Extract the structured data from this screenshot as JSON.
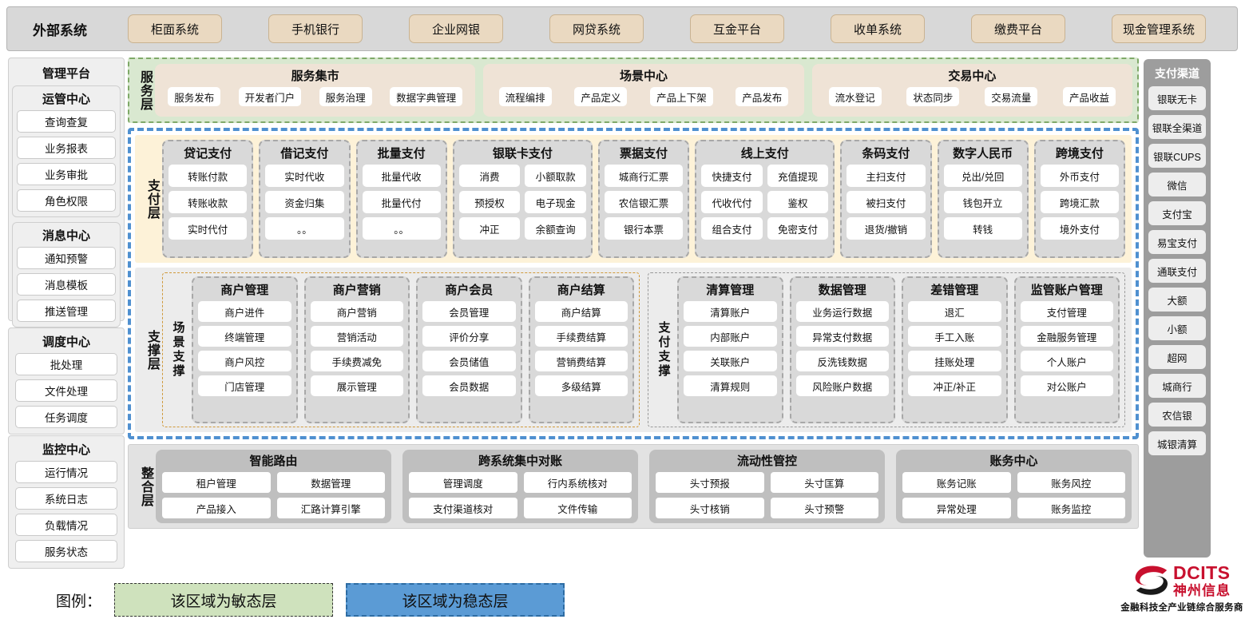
{
  "external": {
    "title": "外部系统",
    "items": [
      "柜面系统",
      "手机银行",
      "企业网银",
      "网贷系统",
      "互金平台",
      "收单系统",
      "缴费平台",
      "现金管理系统"
    ]
  },
  "management": {
    "title": "管理平台",
    "groups": [
      {
        "title": "运管中心",
        "items": [
          "查询查复",
          "业务报表",
          "业务审批",
          "角色权限"
        ]
      },
      {
        "title": "消息中心",
        "items": [
          "通知预警",
          "消息模板",
          "推送管理"
        ]
      }
    ],
    "outer_groups": [
      {
        "title": "调度中心",
        "items": [
          "批处理",
          "文件处理",
          "任务调度"
        ]
      },
      {
        "title": "监控中心",
        "items": [
          "运行情况",
          "系统日志",
          "负载情况",
          "服务状态"
        ]
      }
    ]
  },
  "service_layer": {
    "label": "服务层",
    "cards": [
      {
        "title": "服务集市",
        "chips": [
          "服务发布",
          "开发者门户",
          "服务治理",
          "数据字典管理"
        ]
      },
      {
        "title": "场景中心",
        "chips": [
          "流程编排",
          "产品定义",
          "产品上下架",
          "产品发布"
        ]
      },
      {
        "title": "交易中心",
        "chips": [
          "流水登记",
          "状态同步",
          "交易流量",
          "产品收益"
        ]
      }
    ]
  },
  "payment_layer": {
    "label": "支付层",
    "groups": [
      {
        "title": "贷记支付",
        "cols": 1,
        "items": [
          "转账付款",
          "转账收款",
          "实时代付"
        ]
      },
      {
        "title": "借记支付",
        "cols": 1,
        "items": [
          "实时代收",
          "资金归集",
          "。。"
        ]
      },
      {
        "title": "批量支付",
        "cols": 1,
        "items": [
          "批量代收",
          "批量代付",
          "。。"
        ]
      },
      {
        "title": "银联卡支付",
        "cols": 2,
        "items": [
          "消费",
          "小额取款",
          "预授权",
          "电子现金",
          "冲正",
          "余额查询"
        ]
      },
      {
        "title": "票据支付",
        "cols": 1,
        "items": [
          "城商行汇票",
          "农信银汇票",
          "银行本票"
        ]
      },
      {
        "title": "线上支付",
        "cols": 2,
        "items": [
          "快捷支付",
          "充值提现",
          "代收代付",
          "鉴权",
          "组合支付",
          "免密支付"
        ]
      },
      {
        "title": "条码支付",
        "cols": 1,
        "items": [
          "主扫支付",
          "被扫支付",
          "退货/撤销"
        ]
      },
      {
        "title": "数字人民币",
        "cols": 1,
        "items": [
          "兑出/兑回",
          "钱包开立",
          "转钱"
        ]
      },
      {
        "title": "跨境支付",
        "cols": 1,
        "items": [
          "外币支付",
          "跨境汇款",
          "境外支付"
        ]
      }
    ]
  },
  "support_layer": {
    "label": "支撑层",
    "halves": [
      {
        "sublabel": "场景支撑",
        "style": "scene",
        "groups": [
          {
            "title": "商户管理",
            "items": [
              "商户进件",
              "终端管理",
              "商户风控",
              "门店管理"
            ]
          },
          {
            "title": "商户营销",
            "items": [
              "商户营销",
              "营销活动",
              "手续费减免",
              "展示管理"
            ]
          },
          {
            "title": "商户会员",
            "items": [
              "会员管理",
              "评价分享",
              "会员储值",
              "会员数据"
            ]
          },
          {
            "title": "商户结算",
            "items": [
              "商户结算",
              "手续费结算",
              "营销费结算",
              "多级结算"
            ]
          }
        ]
      },
      {
        "sublabel": "支付支撑",
        "style": "paysup",
        "groups": [
          {
            "title": "清算管理",
            "items": [
              "清算账户",
              "内部账户",
              "关联账户",
              "清算规则"
            ]
          },
          {
            "title": "数据管理",
            "items": [
              "业务运行数据",
              "异常支付数据",
              "反洗钱数据",
              "风险账户数据"
            ]
          },
          {
            "title": "差错管理",
            "items": [
              "退汇",
              "手工入账",
              "挂账处理",
              "冲正/补正"
            ]
          },
          {
            "title": "监管账户管理",
            "items": [
              "支付管理",
              "金融服务管理",
              "个人账户",
              "对公账户"
            ]
          }
        ]
      }
    ]
  },
  "integration_layer": {
    "label": "整合层",
    "cards": [
      {
        "title": "智能路由",
        "rows": [
          [
            "租户管理",
            "数据管理"
          ],
          [
            "产品接入",
            "汇路计算引擎"
          ]
        ]
      },
      {
        "title": "跨系统集中对账",
        "rows": [
          [
            "管理调度",
            "行内系统核对"
          ],
          [
            "支付渠道核对",
            "文件传输"
          ]
        ]
      },
      {
        "title": "流动性管控",
        "rows": [
          [
            "头寸预报",
            "头寸匡算"
          ],
          [
            "头寸核销",
            "头寸预警"
          ]
        ]
      },
      {
        "title": "账务中心",
        "rows": [
          [
            "账务记账",
            "账务风控"
          ],
          [
            "异常处理",
            "账务监控"
          ]
        ]
      }
    ]
  },
  "channels": {
    "title": "支付渠道",
    "items": [
      "银联无卡",
      "银联全渠道",
      "银联CUPS",
      "微信",
      "支付宝",
      "易宝支付",
      "通联支付",
      "大额",
      "小额",
      "超网",
      "城商行",
      "农信银",
      "城银清算"
    ]
  },
  "legend": {
    "label": "图例：",
    "agile": "该区域为敏态层",
    "stable": "该区域为稳态层"
  },
  "logo": {
    "en": "DCITS",
    "cn": "神州信息",
    "tagline": "金融科技全产业链综合服务商",
    "brand_color": "#c8102e"
  },
  "colors": {
    "agile_fill": "#d9e8d0",
    "agile_border": "#7fa968",
    "stable_border": "#4f90d0",
    "payment_fill": "#fdf2d8",
    "external_chip": "#ead9c1"
  }
}
